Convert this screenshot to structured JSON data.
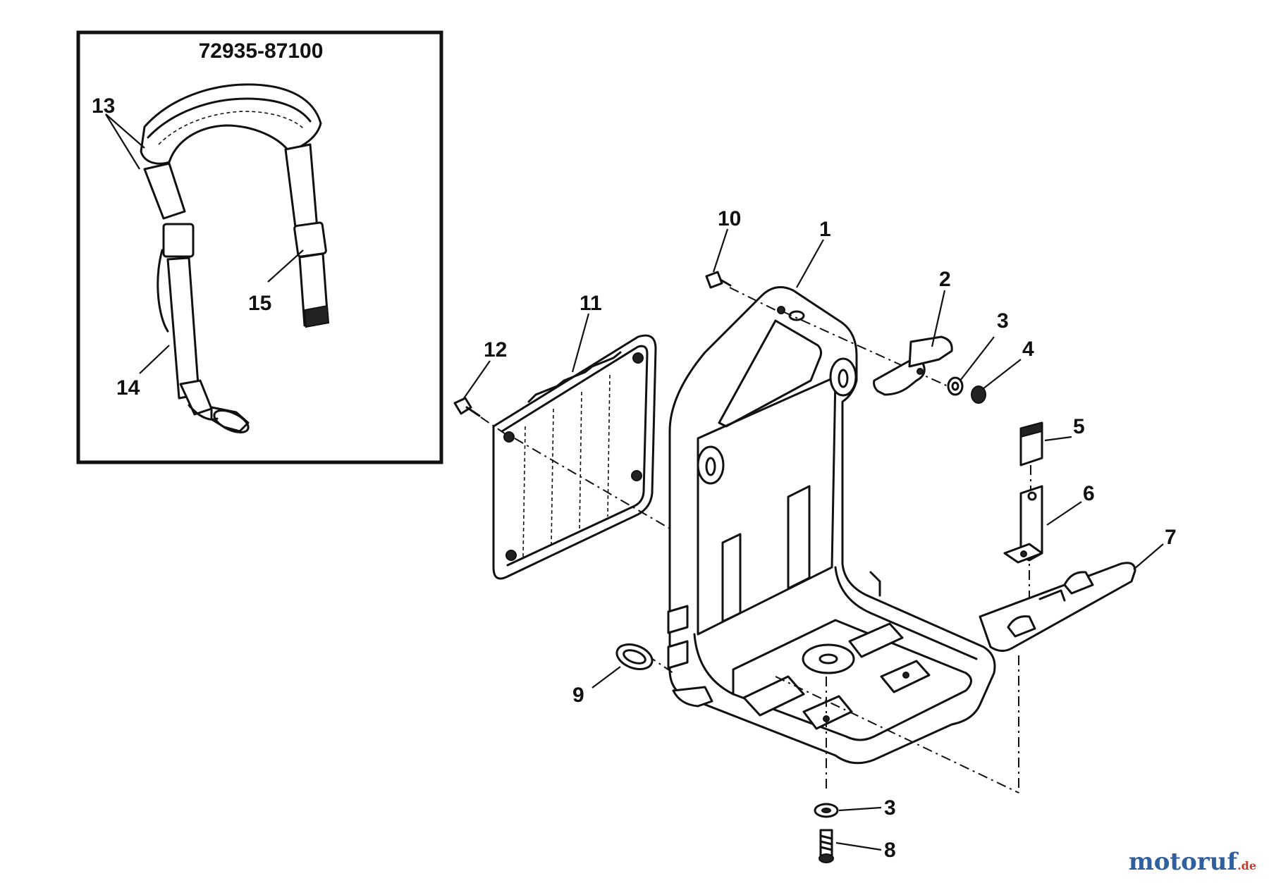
{
  "kit": {
    "part_number": "72935-87100"
  },
  "callouts": {
    "c1": "1",
    "c2": "2",
    "c3a": "3",
    "c3b": "3",
    "c4": "4",
    "c5": "5",
    "c6": "6",
    "c7": "7",
    "c8": "8",
    "c9": "9",
    "c10": "10",
    "c11": "11",
    "c12": "12",
    "c13": "13",
    "c14": "14",
    "c15": "15"
  },
  "watermark": {
    "main": "motoruf",
    "tld": ".de"
  },
  "colors": {
    "ink": "#111111",
    "watermark_blue": "#2f5f9e",
    "watermark_red": "#c0392b"
  }
}
